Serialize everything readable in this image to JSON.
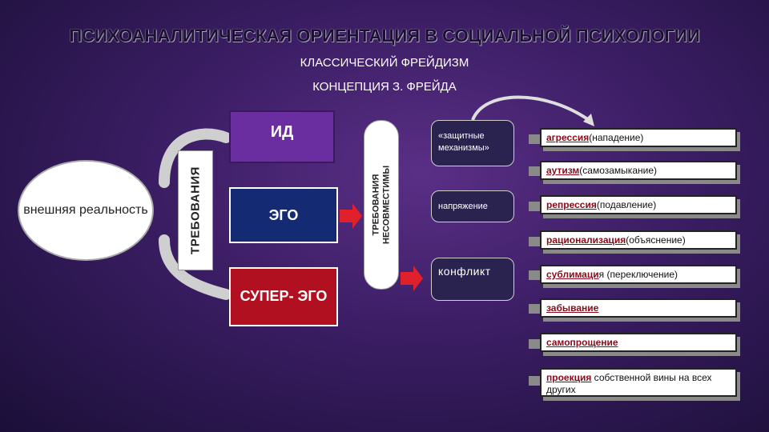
{
  "title": "ПСИХОАНАЛИТИЧЕСКАЯ ОРИЕНТАЦИЯ В СОЦИАЛЬНОЙ ПСИХОЛОГИИ",
  "subtitle1": "КЛАССИЧЕСКИЙ ФРЕЙДИЗМ",
  "subtitle2": "КОНЦЕПЦИЯ З. ФРЕЙДА",
  "external": "внешняя реальность",
  "demands": "ТРЕБОВАНИЯ",
  "id": "ИД",
  "ego": "ЭГО",
  "superego": "СУПЕР- ЭГО",
  "incompatible_line1": "ТРЕБОВАНИЯ",
  "incompatible_line2": "НЕСОВМЕСТИМЫ",
  "defense": "«защитные механизмы»",
  "tension": "напряжение",
  "conflict": "конфликт",
  "items": [
    {
      "kw": "агрессия",
      "rest": " (нападение)"
    },
    {
      "kw": "аутизм",
      "rest": " (самозамыкание)"
    },
    {
      "kw": "репрессия",
      "rest": " (подавление)"
    },
    {
      "kw": "рационализация",
      "rest": " (объяснение)"
    },
    {
      "kw": "сублимаци",
      "rest": "я (переключение)"
    },
    {
      "kw": "забывание",
      "rest": ""
    },
    {
      "kw": "самопрощение",
      "rest": ""
    },
    {
      "kw": "проекция",
      "rest": " собственной вины на всех других"
    }
  ],
  "colors": {
    "id": "#6a2ea0",
    "ego": "#142a73",
    "superego": "#b01020",
    "arrow": "#e0202a",
    "keyword": "#8a0a1a"
  }
}
